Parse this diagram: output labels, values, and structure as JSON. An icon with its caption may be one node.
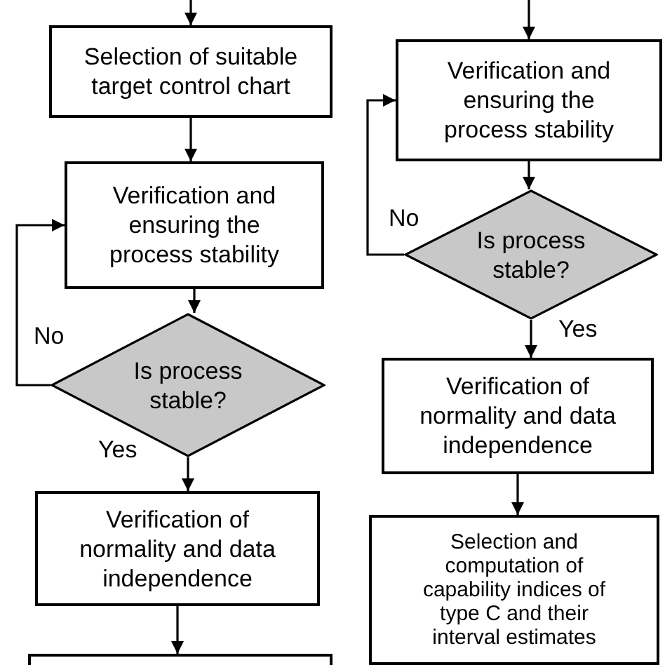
{
  "diagram": {
    "nodes": [
      {
        "text": [
          "Selection of suitable target control chart"
        ]
      },
      {
        "text": [
          "Verification and ensuring the process stability"
        ]
      },
      {
        "text": [
          "Is process stable?"
        ]
      },
      {
        "text": [
          "Verification of normality and data independence"
        ]
      },
      {
        "text": [],
        "shape": "box"
      },
      {
        "text": [
          "Verification and ensuring the process stability"
        ]
      },
      {
        "text": [
          "Is process stable?"
        ]
      },
      {
        "text": [
          "Verification of normality and data independence"
        ]
      },
      {
        "text": [
          "Selection and computation of capability indices of type C and their interval estimates"
        ]
      }
    ],
    "edges": [
      {
        "from": null,
        "to": 0,
        "arrow": "to"
      },
      {
        "from": 0,
        "to": 1,
        "arrow": "to"
      },
      {
        "from": 1,
        "to": 2,
        "arrow": "to"
      },
      {
        "from": 2,
        "to": 1,
        "arrow": "to",
        "label": "No"
      },
      {
        "from": 2,
        "to": 3,
        "arrow": "to",
        "label": "Yes"
      },
      {
        "from": 3,
        "to": 4,
        "arrow": "to"
      },
      {
        "from": null,
        "to": 5,
        "arrow": "to"
      },
      {
        "from": 5,
        "to": 6,
        "arrow": "to"
      },
      {
        "from": 6,
        "to": 5,
        "arrow": "to",
        "label": "No"
      },
      {
        "from": 6,
        "to": 7,
        "arrow": "to",
        "label": "Yes"
      },
      {
        "from": 7,
        "to": 8,
        "arrow": "to"
      }
    ]
  }
}
